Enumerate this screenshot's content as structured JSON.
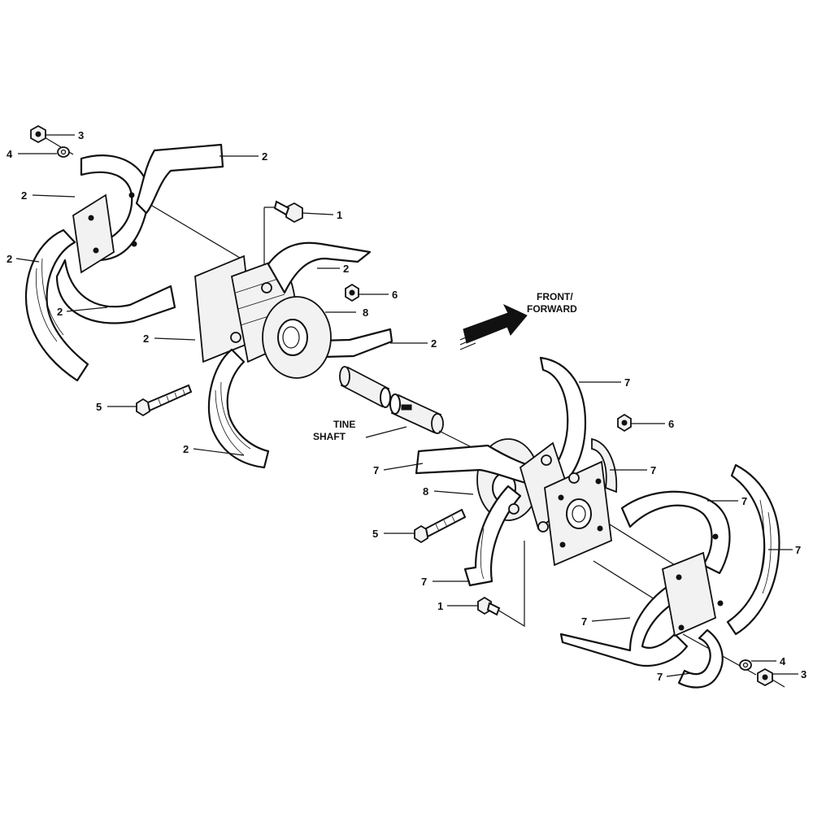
{
  "callouts": [
    {
      "id": "c1",
      "text": "3"
    },
    {
      "id": "c2",
      "text": "4"
    },
    {
      "id": "c3",
      "text": "2"
    },
    {
      "id": "c4",
      "text": "2"
    },
    {
      "id": "c5",
      "text": "2"
    },
    {
      "id": "c6",
      "text": "2"
    },
    {
      "id": "c7",
      "text": "1"
    },
    {
      "id": "c8",
      "text": "2"
    },
    {
      "id": "c9",
      "text": "6"
    },
    {
      "id": "c10",
      "text": "8"
    },
    {
      "id": "c11",
      "text": "2"
    },
    {
      "id": "c12",
      "text": "2"
    },
    {
      "id": "c13",
      "text": "5"
    },
    {
      "id": "c14",
      "text": "2"
    },
    {
      "id": "c15",
      "text": "7"
    },
    {
      "id": "c16",
      "text": "6"
    },
    {
      "id": "c17",
      "text": "7"
    },
    {
      "id": "c18",
      "text": "7"
    },
    {
      "id": "c19",
      "text": "8"
    },
    {
      "id": "c20",
      "text": "7"
    },
    {
      "id": "c21",
      "text": "5"
    },
    {
      "id": "c22",
      "text": "7"
    },
    {
      "id": "c23",
      "text": "7"
    },
    {
      "id": "c24",
      "text": "1"
    },
    {
      "id": "c25",
      "text": "7"
    },
    {
      "id": "c26",
      "text": "4"
    },
    {
      "id": "c27",
      "text": "3"
    },
    {
      "id": "c28",
      "text": "7"
    }
  ],
  "labels": {
    "front_line1": "FRONT/",
    "front_line2": "FORWARD",
    "tine_line1": "TINE",
    "tine_line2": "SHAFT"
  },
  "colors": {
    "ink": "#111111",
    "paper": "#ffffff"
  },
  "icons": {
    "direction": "front-forward-arrow-icon"
  }
}
